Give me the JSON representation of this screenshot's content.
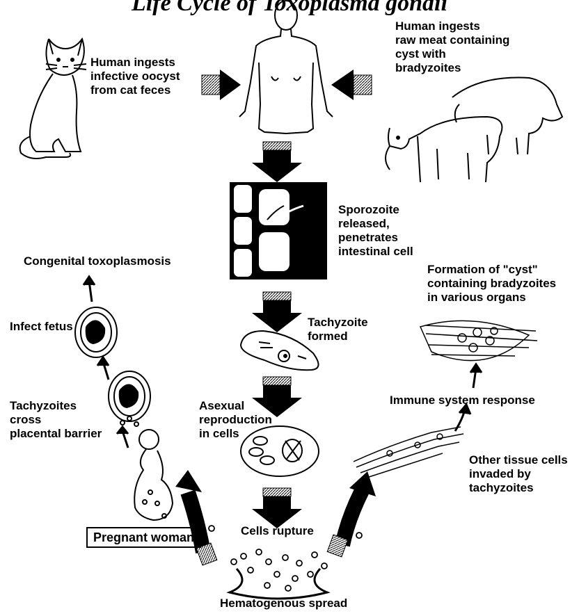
{
  "title": "Life Cycle of Toxoplasma gondii",
  "labels": {
    "cat_route": "Human ingests\ninfective oocyst\nfrom cat feces",
    "meat_route": "Human ingests\nraw meat containing\ncyst with\nbradyzoites",
    "sporozoite": "Sporozoite\nreleased,\npenetrates\nintestinal cell",
    "tachyzoite": "Tachyzoite\nformed",
    "asexual": "Asexual\nreproduction\nin cells",
    "rupture": "Cells rupture",
    "hematogenous": "Hematogenous spread",
    "pregnant": "Pregnant woman",
    "cross": "Tachyzoites\ncross\nplacental barrier",
    "infect_fetus": "Infect fetus",
    "congenital": "Congenital toxoplasmosis",
    "other_tissue": "Other tissue cells\ninvaded by\ntachyzoites",
    "immune": "Immune system response",
    "cyst_formation": "Formation of \"cyst\"\ncontaining bradyzoites\nin various organs"
  }
}
